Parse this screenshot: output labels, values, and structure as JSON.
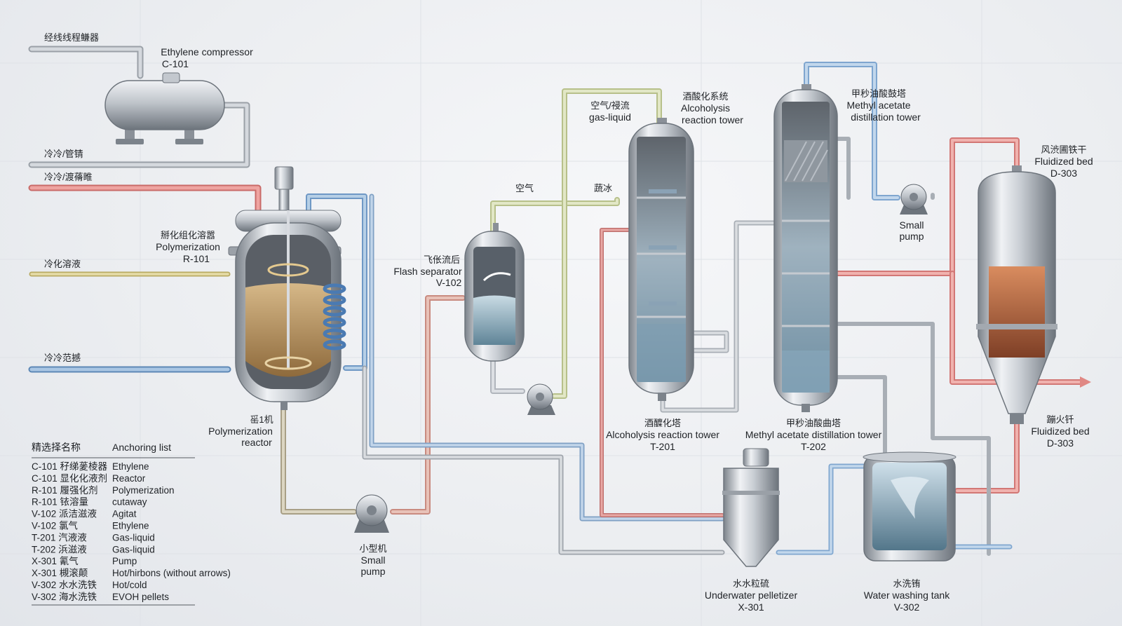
{
  "colors": {
    "pipe_gray": "#b7bcc3",
    "pipe_red": "#e48a88",
    "pipe_blue": "#7fa6cf",
    "pipe_yellow": "#d9cd8e",
    "pipe_yellowgreen": "#c9d3a6",
    "steel_dark": "#7c838b",
    "steel_light": "#f0f2f5",
    "liquid_brown": "#b08a55",
    "liquid_blue": "#8fb4c8",
    "fluidized_orange": "#c0714a"
  },
  "inlets": {
    "top_gray": "经线线程鳒器",
    "gray2": "冷冷/管锖",
    "red": "冷冷/渡蓨睢",
    "yellow": "冷化溶液",
    "blue": "冷冷范撼"
  },
  "equipment": {
    "compressor": {
      "name_en": "Ethylene compressor",
      "tag": "C-101"
    },
    "reactor": {
      "name_cn": "掰化组化溶嚣",
      "name_en": "Polymerization",
      "tag": "R-101",
      "bottom_cn": "䍃1机",
      "bottom_en1": "Polymerization",
      "bottom_en2": "reactor"
    },
    "pump1": {
      "name_cn": "小型机",
      "name_en1": "Small",
      "name_en2": "pump"
    },
    "flash": {
      "name_cn": "飞伥流后",
      "name_en": "Flash separator",
      "tag": "V-102"
    },
    "air_label": "空气",
    "gasliq": {
      "name_cn": "空气/祲流",
      "name_en": "gas-liquid"
    },
    "steam_label": "蔬冰",
    "t201_top": {
      "name_cn": "酒酸化系统",
      "name_en1": "Alcoholysis",
      "name_en2": "reaction tower"
    },
    "t201_bottom": {
      "name_cn": "酒醾化塔",
      "name_en": "Alcoholysis reaction tower",
      "tag": "T-201"
    },
    "t202_top": {
      "name_cn": "甲秒油酸鼓塔",
      "name_en1": "Methyl acetate",
      "name_en2": "distillation tower"
    },
    "t202_bottom": {
      "name_cn": "甲秒油酸曲塔",
      "name_en": "Methyl acetate distillation tower",
      "tag": "T-202"
    },
    "pump2": {
      "name_en1": "Small",
      "name_en2": "pump"
    },
    "fb_top": {
      "name_cn": "风渋圃铁干",
      "name_en": "Fluidized bed",
      "tag": "D-303"
    },
    "fb_bottom": {
      "name_cn": "蹦火钎",
      "name_en": "Fluidized bed",
      "tag": "D-303"
    },
    "pelletizer": {
      "name_cn": "水水粒硫",
      "name_en": "Underwater pelletizer",
      "tag": "X-301"
    },
    "washtank": {
      "name_cn": "水洗铕",
      "name_en": "Water washing tank",
      "tag": "V-302"
    }
  },
  "legend": {
    "header_left": "精选择名称",
    "header_right": "Anchoring list",
    "rows": [
      {
        "left": "C-101 秄绨蓌棱器",
        "right": "Ethylene"
      },
      {
        "left": "C-101 显化化液剂",
        "right": "Reactor"
      },
      {
        "left": "R-101 履强化剂",
        "right": "Polymerization"
      },
      {
        "left": "R-101 铱溶量",
        "right": "cutaway"
      },
      {
        "left": "V-102 派洁滋液",
        "right": "Agitat"
      },
      {
        "left": "V-102 氯气",
        "right": "Ethylene"
      },
      {
        "left": "T-201 汽液液",
        "right": "Gas-liquid"
      },
      {
        "left": "T-202 浜滋液",
        "right": "Gas-liquid"
      },
      {
        "left": "X-301 氰气",
        "right": "Pump"
      },
      {
        "left": "X-301 槻滚颠",
        "right": "Hot/hirbons (without arrows)"
      },
      {
        "left": "V-302 水水洗铁",
        "right": "Hot/cold"
      },
      {
        "left": "V-302 海水洗铁",
        "right": "EVOH pellets"
      }
    ]
  }
}
